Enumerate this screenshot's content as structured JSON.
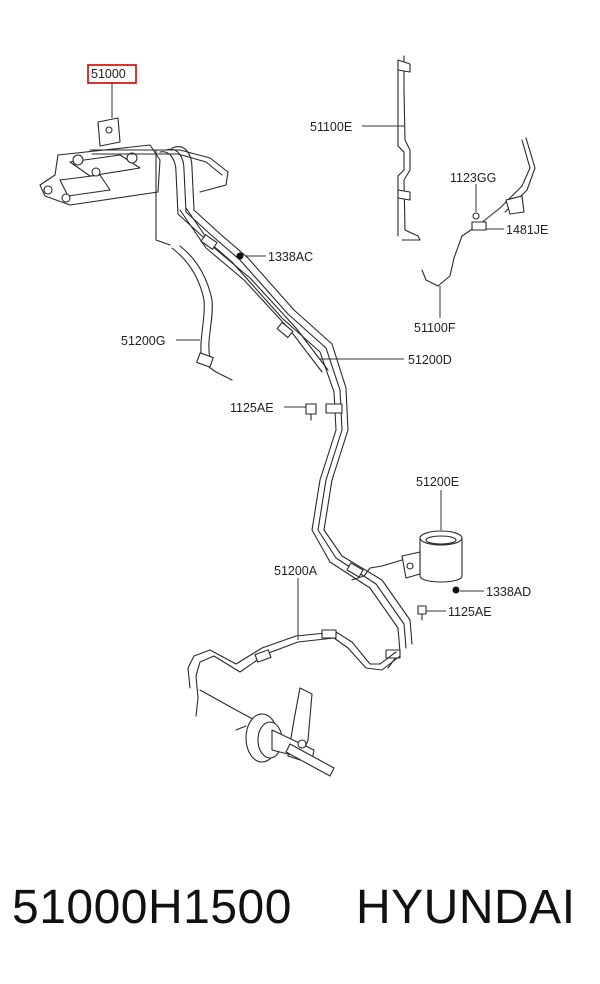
{
  "diagram": {
    "highlight_color": "#d40000",
    "labels": {
      "assembly": "51000",
      "line_e": "51100E",
      "clip_1123gg": "1123GG",
      "bolt_1481je": "1481JE",
      "line_f": "51100F",
      "bolt_1338ac": "1338AC",
      "hose_g": "51200G",
      "line_d": "51200D",
      "bolt_1125ae_upper": "1125AE",
      "reservoir_e": "51200E",
      "bolt_1338ad": "1338AD",
      "line_a": "51200A",
      "bolt_1125ae_lower": "1125AE"
    }
  },
  "footer": {
    "part_number": "51000H1500",
    "brand": "HYUNDAI"
  }
}
